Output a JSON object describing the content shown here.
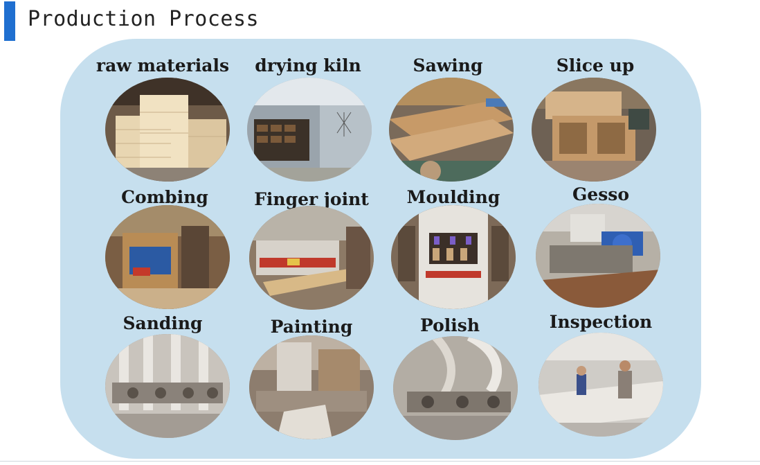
{
  "header": {
    "title": "Production Process",
    "accent_color": "#1f6fd0"
  },
  "panel": {
    "background": "#c6dfee"
  },
  "steps": [
    {
      "label": "raw materials",
      "photo": "lumber-stack-photo"
    },
    {
      "label": "drying kiln",
      "photo": "kiln-photo"
    },
    {
      "label": "Sawing",
      "photo": "saw-table-photo"
    },
    {
      "label": "Slice up",
      "photo": "slicing-machine-photo"
    },
    {
      "label": "Combing",
      "photo": "combing-machine-photo"
    },
    {
      "label": "Finger joint",
      "photo": "finger-joint-machine-photo"
    },
    {
      "label": "Moulding",
      "photo": "moulding-machine-photo"
    },
    {
      "label": "Gesso",
      "photo": "gesso-machine-photo"
    },
    {
      "label": "Sanding",
      "photo": "sanding-machine-photo"
    },
    {
      "label": "Painting",
      "photo": "painting-line-photo"
    },
    {
      "label": "Polish",
      "photo": "polish-machine-photo"
    },
    {
      "label": "Inspection",
      "photo": "inspection-workers-photo"
    }
  ]
}
